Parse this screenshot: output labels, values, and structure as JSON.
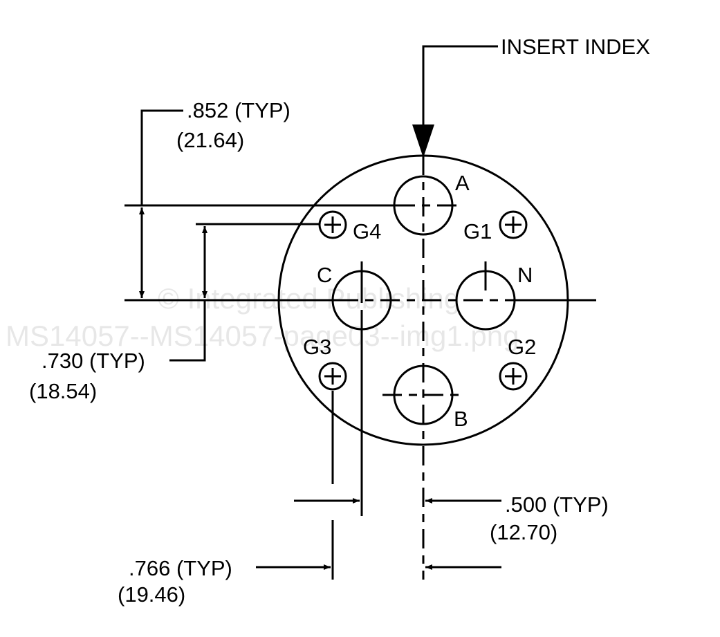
{
  "labels": {
    "insert_index": "INSERT INDEX",
    "dim_852": ".852 (TYP)",
    "dim_852_mm": "(21.64)",
    "dim_730": ".730 (TYP)",
    "dim_730_mm": "(18.54)",
    "dim_500": ".500 (TYP)",
    "dim_500_mm": "(12.70)",
    "dim_766": ".766 (TYP)",
    "dim_766_mm": "(19.46)"
  },
  "pins": {
    "A": "A",
    "B": "B",
    "C": "C",
    "N": "N",
    "G1": "G1",
    "G2": "G2",
    "G3": "G3",
    "G4": "G4"
  },
  "watermark": {
    "line1": "© Integrated Publishing",
    "line2": "MS14057--MS14057-page03--img1.png"
  }
}
